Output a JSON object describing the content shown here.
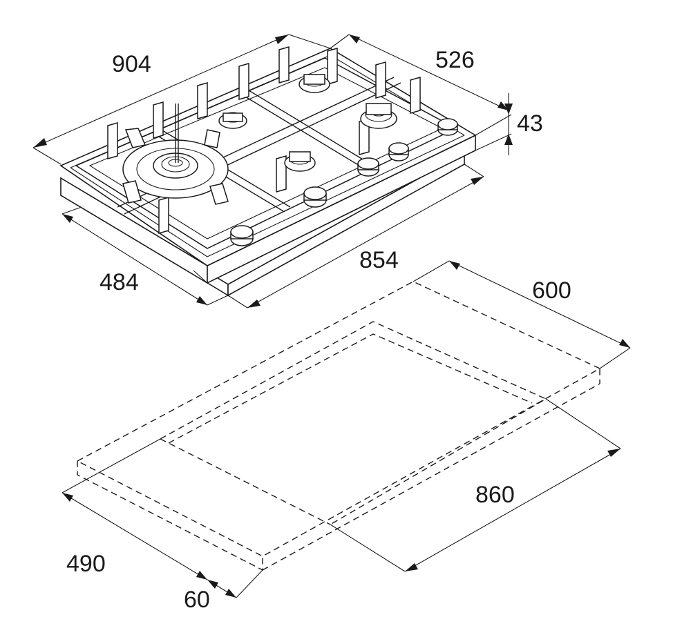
{
  "dimensions": {
    "hob_width": "904",
    "hob_depth": "526",
    "hob_height": "43",
    "hob_width_lower": "854",
    "hob_depth_lower": "484",
    "cutout_width_600": "600",
    "cutout_length_860": "860",
    "cutout_depth_490": "490",
    "cutout_edge_60": "60"
  }
}
